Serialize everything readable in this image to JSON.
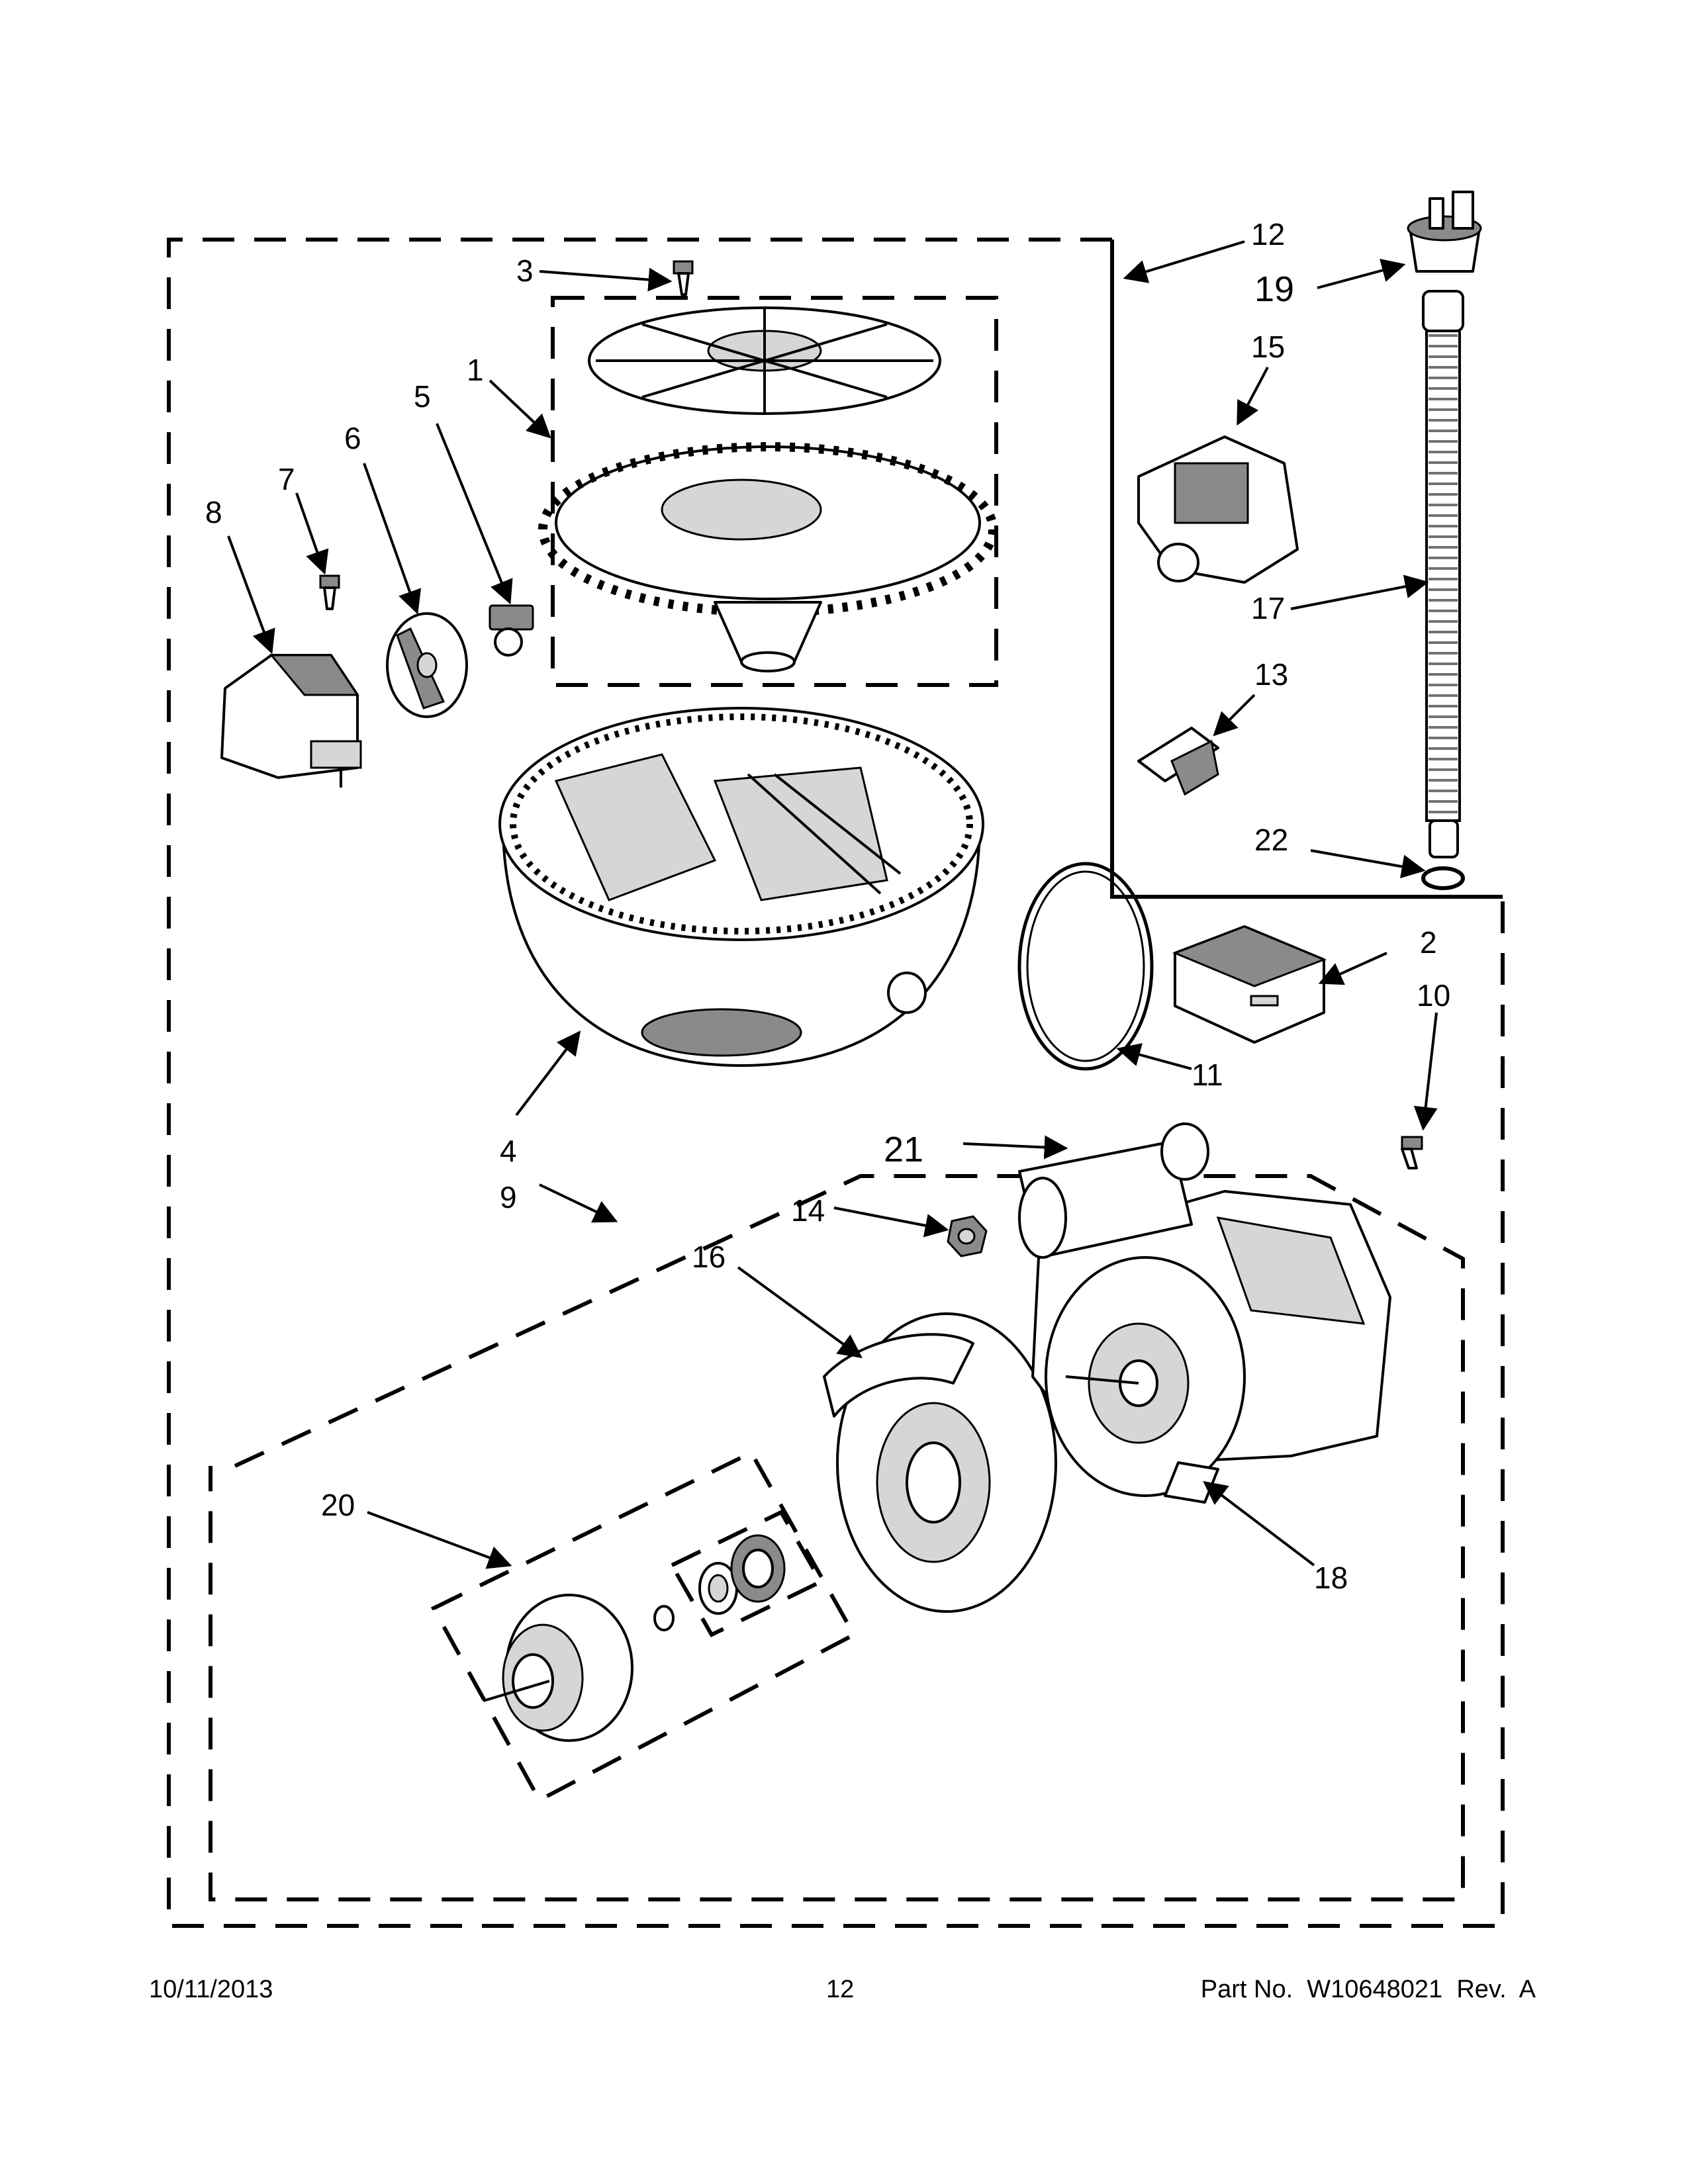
{
  "footer": {
    "date": "10/11/2013",
    "page": "12",
    "part_number": "Part No.  W10648021  Rev.  A"
  },
  "callouts": {
    "c1": "1",
    "c2": "2",
    "c3": "3",
    "c4": "4",
    "c5": "5",
    "c6": "6",
    "c7": "7",
    "c8": "8",
    "c9": "9",
    "c10": "10",
    "c11": "11",
    "c12": "12",
    "c13": "13",
    "c14": "14",
    "c15": "15",
    "c16": "16",
    "c17": "17",
    "c18": "18",
    "c19": "19",
    "c20": "20",
    "c21": "21",
    "c22": "22"
  }
}
